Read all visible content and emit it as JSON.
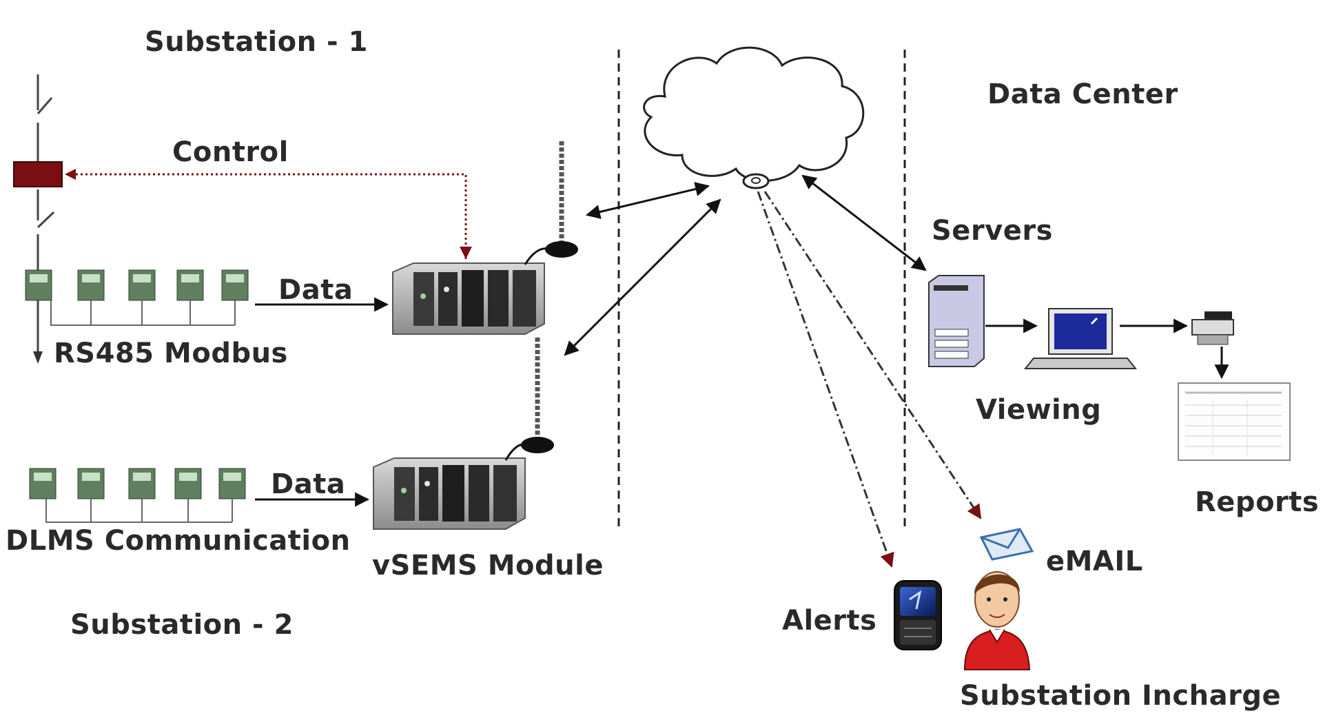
{
  "labels": {
    "substation1": "Substation - 1",
    "substation2": "Substation - 2",
    "control": "Control",
    "data1": "Data",
    "data2": "Data",
    "rs485": "RS485 Modbus",
    "dlms": "DLMS Communication",
    "vsems": "vSEMS Module",
    "data_center": "Data Center",
    "servers": "Servers",
    "viewing": "Viewing",
    "reports": "Reports",
    "email": "eMAIL",
    "alerts": "Alerts",
    "incharge": "Substation Incharge"
  },
  "colors": {
    "breaker": "#7a0e12",
    "control_arrow": "#7a0e12",
    "meter": "#4f6d4f",
    "monitor_screen": "#1d2a9c",
    "server_body": "#c9c9e6",
    "person_shirt": "#d81e1e"
  },
  "icons": [
    "breaker-icon",
    "energy-meter-icon",
    "plc-module-icon",
    "antenna-icon",
    "cloud-icon",
    "server-icon",
    "monitor-icon",
    "printer-icon",
    "report-document-icon",
    "email-envelope-icon",
    "mobile-phone-icon",
    "person-icon"
  ]
}
